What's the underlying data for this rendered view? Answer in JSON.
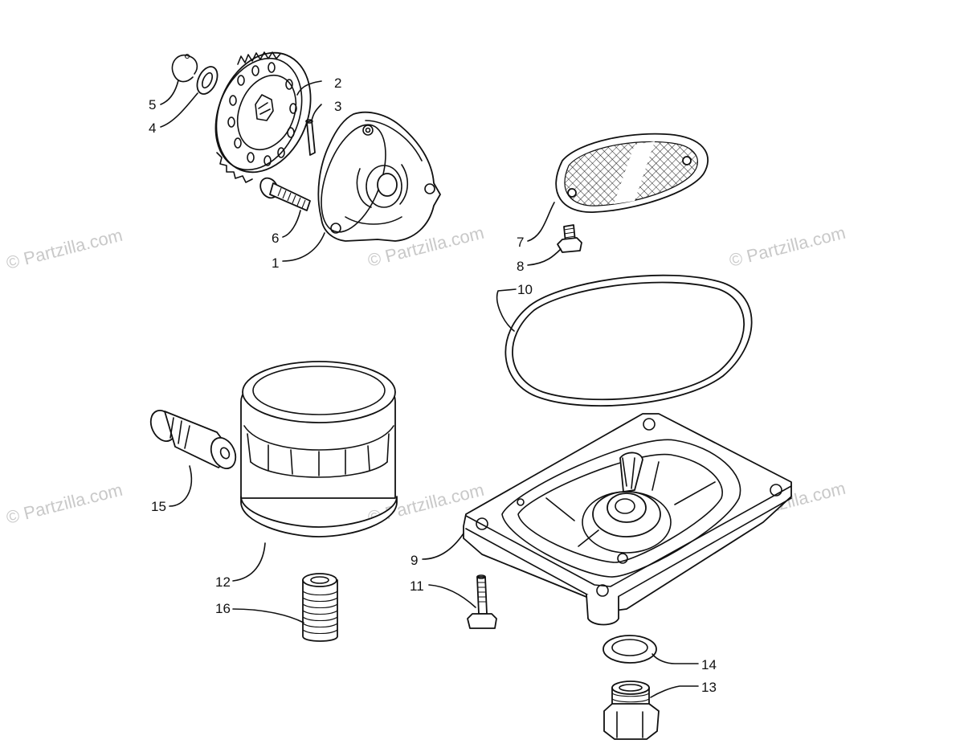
{
  "watermark": "© Partzilla.com",
  "callouts": [
    {
      "id": "1",
      "label": "1"
    },
    {
      "id": "2",
      "label": "2"
    },
    {
      "id": "3",
      "label": "3"
    },
    {
      "id": "4",
      "label": "4"
    },
    {
      "id": "5",
      "label": "5"
    },
    {
      "id": "6",
      "label": "6"
    },
    {
      "id": "7",
      "label": "7"
    },
    {
      "id": "8",
      "label": "8"
    },
    {
      "id": "9",
      "label": "9"
    },
    {
      "id": "10",
      "label": "10"
    },
    {
      "id": "11",
      "label": "11"
    },
    {
      "id": "12",
      "label": "12"
    },
    {
      "id": "13",
      "label": "13"
    },
    {
      "id": "14",
      "label": "14"
    },
    {
      "id": "15",
      "label": "15"
    },
    {
      "id": "16",
      "label": "16"
    }
  ]
}
